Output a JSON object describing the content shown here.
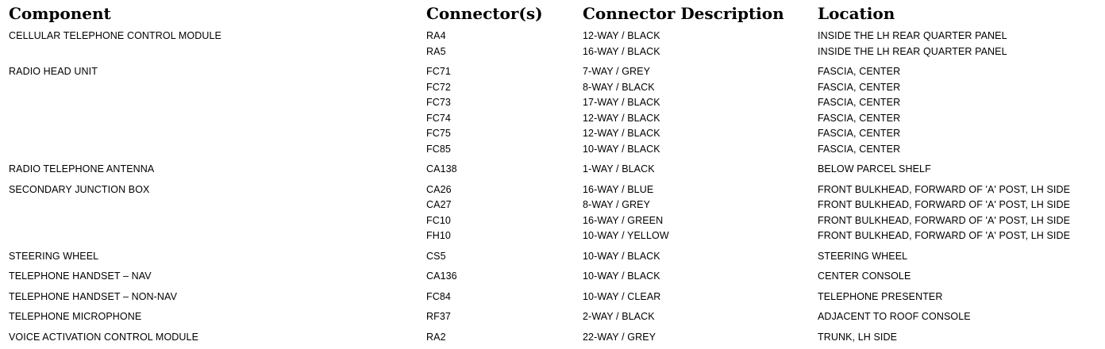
{
  "headers": {
    "component": "Component",
    "connectors": "Connector(s)",
    "description": "Connector Description",
    "location": "Location"
  },
  "rows": [
    {
      "component": "CELLULAR TELEPHONE CONTROL MODULE",
      "connectors": [
        {
          "id": "RA4",
          "desc": "12-WAY / BLACK",
          "loc": "INSIDE THE LH REAR QUARTER PANEL"
        },
        {
          "id": "RA5",
          "desc": "16-WAY / BLACK",
          "loc": "INSIDE THE LH REAR QUARTER PANEL"
        }
      ]
    },
    {
      "component": "RADIO HEAD UNIT",
      "connectors": [
        {
          "id": "FC71",
          "desc": "7-WAY / GREY",
          "loc": "FASCIA, CENTER"
        },
        {
          "id": "FC72",
          "desc": "8-WAY / BLACK",
          "loc": "FASCIA, CENTER"
        },
        {
          "id": "FC73",
          "desc": "17-WAY / BLACK",
          "loc": "FASCIA, CENTER"
        },
        {
          "id": "FC74",
          "desc": "12-WAY / BLACK",
          "loc": "FASCIA, CENTER"
        },
        {
          "id": "FC75",
          "desc": "12-WAY / BLACK",
          "loc": "FASCIA, CENTER"
        },
        {
          "id": "FC85",
          "desc": "10-WAY / BLACK",
          "loc": "FASCIA, CENTER"
        }
      ]
    },
    {
      "component": "RADIO TELEPHONE ANTENNA",
      "connectors": [
        {
          "id": "CA138",
          "desc": "1-WAY / BLACK",
          "loc": "BELOW PARCEL SHELF"
        }
      ]
    },
    {
      "component": "SECONDARY JUNCTION BOX",
      "connectors": [
        {
          "id": "CA26",
          "desc": "16-WAY / BLUE",
          "loc": "FRONT BULKHEAD, FORWARD OF 'A' POST, LH SIDE"
        },
        {
          "id": "CA27",
          "desc": "8-WAY / GREY",
          "loc": "FRONT BULKHEAD, FORWARD OF 'A' POST, LH SIDE"
        },
        {
          "id": "FC10",
          "desc": "16-WAY / GREEN",
          "loc": "FRONT BULKHEAD, FORWARD OF 'A' POST, LH SIDE"
        },
        {
          "id": "FH10",
          "desc": "10-WAY / YELLOW",
          "loc": "FRONT BULKHEAD, FORWARD OF 'A' POST, LH SIDE"
        }
      ]
    },
    {
      "component": "STEERING WHEEL",
      "connectors": [
        {
          "id": "CS5",
          "desc": "10-WAY / BLACK",
          "loc": "STEERING WHEEL"
        }
      ]
    },
    {
      "component": "TELEPHONE HANDSET – NAV",
      "connectors": [
        {
          "id": "CA136",
          "desc": "10-WAY / BLACK",
          "loc": "CENTER CONSOLE"
        }
      ]
    },
    {
      "component": "TELEPHONE HANDSET – NON-NAV",
      "connectors": [
        {
          "id": "FC84",
          "desc": "10-WAY / CLEAR",
          "loc": "TELEPHONE PRESENTER"
        }
      ]
    },
    {
      "component": "TELEPHONE MICROPHONE",
      "connectors": [
        {
          "id": "RF37",
          "desc": "2-WAY / BLACK",
          "loc": "ADJACENT TO ROOF CONSOLE"
        }
      ]
    },
    {
      "component": "VOICE ACTIVATION CONTROL MODULE",
      "connectors": [
        {
          "id": "RA2",
          "desc": "22-WAY / GREY",
          "loc": "TRUNK, LH SIDE"
        }
      ]
    }
  ]
}
